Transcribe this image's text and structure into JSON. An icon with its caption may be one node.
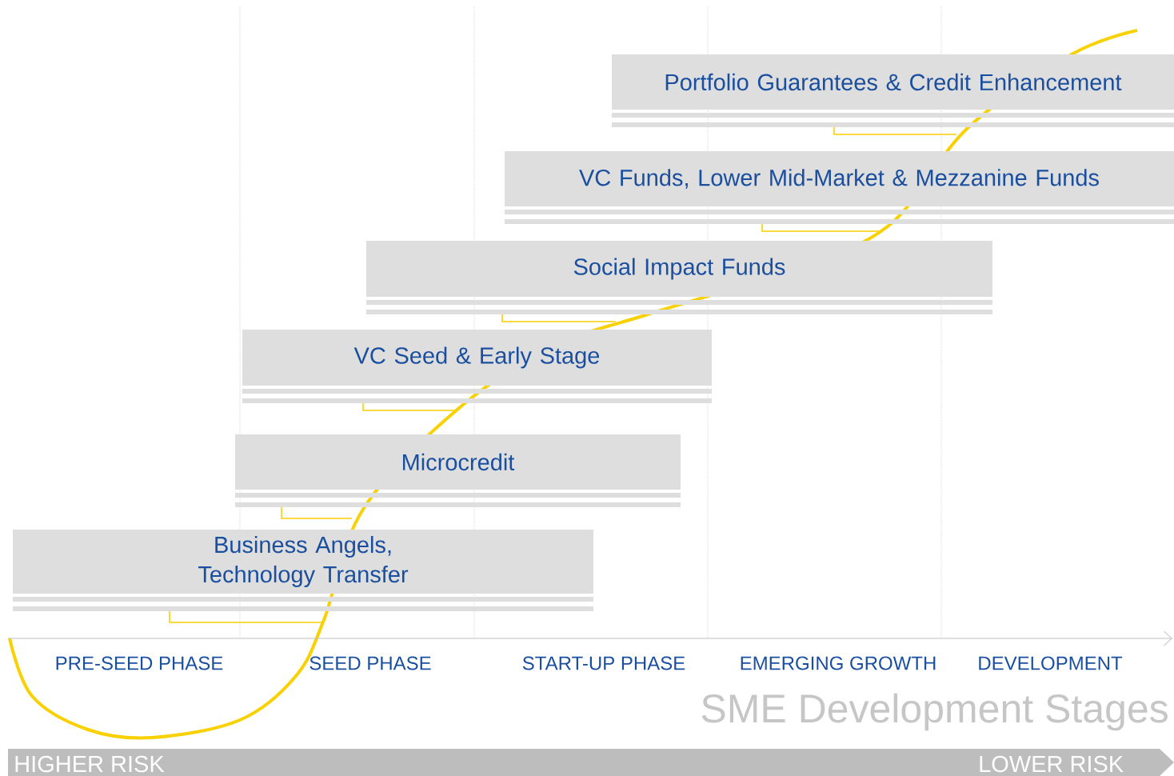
{
  "diagram": {
    "nodes": [
      {
        "text": [
          "Portfolio Guarantees & Credit Enhancement"
        ]
      },
      {
        "text": [
          "VC Funds, Lower Mid-Market & Mezzanine Funds"
        ]
      },
      {
        "text": [
          "Social Impact Funds"
        ]
      },
      {
        "text": [
          "VC Seed & Early Stage"
        ]
      },
      {
        "text": [
          "Microcredit"
        ]
      },
      {
        "text": [
          "Business Angels, Technology Transfer"
        ]
      },
      {
        "text": [
          "HIGHER RISK",
          "LOWER RISK"
        ]
      }
    ],
    "labels": [
      "PRE-SEED PHASE",
      "SEED PHASE",
      "START-UP PHASE",
      "EMERGING GROWTH",
      "DEVELOPMENT",
      "SME Development Stages"
    ]
  }
}
